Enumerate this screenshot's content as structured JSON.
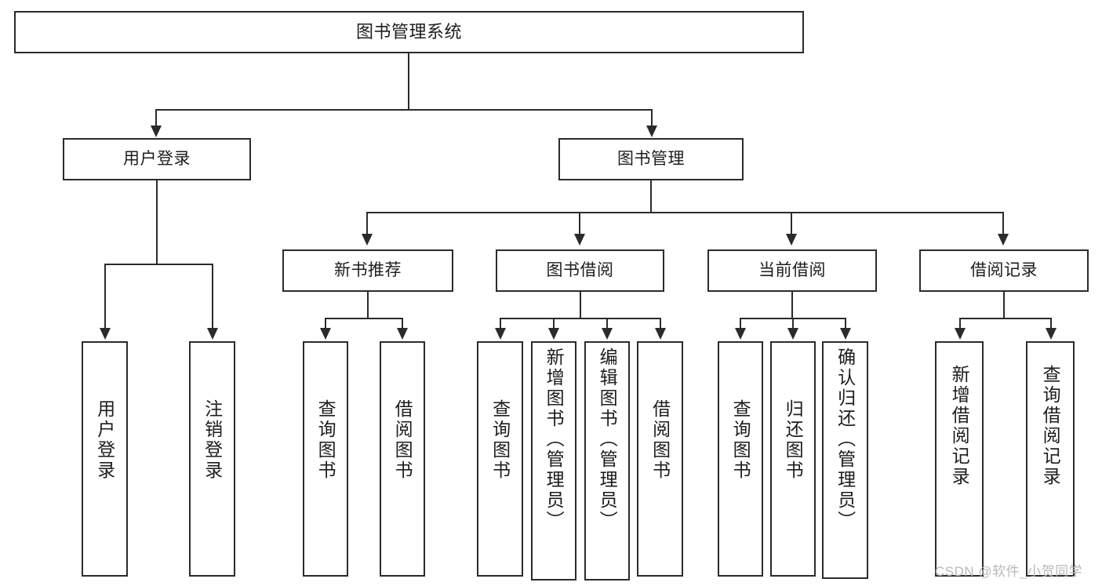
{
  "diagram": {
    "title": "图书管理系统",
    "type": "tree-hierarchy-diagram",
    "colors": {
      "stroke": "#2b2b2b",
      "fill": "#ffffff",
      "text": "#1d1d1d",
      "watermark": "#b9b9b9"
    },
    "levels": {
      "root": "图书管理系统",
      "level2": [
        "用户登录",
        "图书管理"
      ],
      "level3": [
        "新书推荐",
        "图书借阅",
        "当前借阅",
        "借阅记录"
      ]
    }
  },
  "nodes": {
    "root": {
      "label": "图书管理系统"
    },
    "user_login": {
      "label": "用户登录"
    },
    "book_manage": {
      "label": "图书管理"
    },
    "new_book_rec": {
      "label": "新书推荐"
    },
    "book_borrow": {
      "label": "图书借阅"
    },
    "current_borrow": {
      "label": "当前借阅"
    },
    "borrow_record": {
      "label": "借阅记录"
    }
  },
  "leaves": {
    "user_login": [
      {
        "label": "用户登录"
      },
      {
        "label": "注销登录"
      }
    ],
    "new_book_rec": [
      {
        "label": "查询图书"
      },
      {
        "label": "借阅图书"
      }
    ],
    "book_borrow": [
      {
        "label": "查询图书"
      },
      {
        "label": "新增图书（管理员）"
      },
      {
        "label": "编辑图书（管理员）"
      },
      {
        "label": "借阅图书"
      }
    ],
    "current_borrow": [
      {
        "label": "查询图书"
      },
      {
        "label": "归还图书"
      },
      {
        "label": "确认归还（管理员）"
      }
    ],
    "borrow_record": [
      {
        "label": "新增借阅记录"
      },
      {
        "label": "查询借阅记录"
      }
    ]
  },
  "watermark": {
    "text": "CSDN @软件_小贺同学"
  }
}
